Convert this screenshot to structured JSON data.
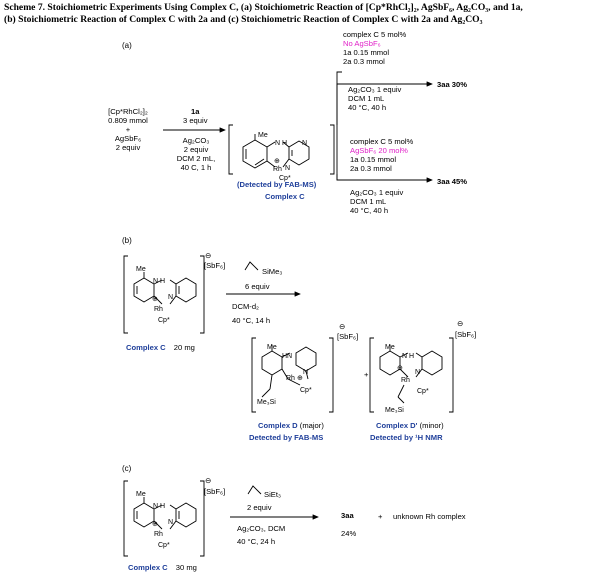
{
  "caption": {
    "line1": "Scheme 7. Stoichiometric Experiments Using Complex C, (a) Stoichiometric Reaction of [Cp*RhCl₂]₂, AgSbF₆, Ag₂CO₃, and 1a,",
    "line2": "(b) Stoichiometric Reaction of Complex C with 2a and (c) Stoichiometric Reaction of Complex C with 2a and Ag₂CO₃"
  },
  "part_a": {
    "label": "(a)",
    "reagents_left": [
      "[Cp*RhCl₂]₂",
      "0.809 mmol",
      "+",
      "AgSbF₆",
      "2 equiv"
    ],
    "reagent_1a": [
      "1a",
      "3 equiv"
    ],
    "conditions_1": [
      "Ag₂CO₃",
      "2 equiv",
      "DCM  2 mL,",
      "40 C, 1 h"
    ],
    "detected": "(Detected by FAB-MS)",
    "complex_name": "Complex C",
    "upper_conditions": [
      "complex C 5 mol%",
      "No AgSbF₆",
      "1a  0.15 mmol",
      "2a    0.3 mmol",
      "Ag₂CO₃ 1 equiv",
      "DCM  1 mL",
      "40 °C, 40 h"
    ],
    "upper_product": "3aa 30%",
    "lower_conditions": [
      "complex C 5 mol%",
      "AgSbF₆ 20 mol%",
      "1a  0.15 mmol",
      "2a    0.3 mmol",
      "Ag₂CO₃ 1 equiv",
      "DCM  1 mL",
      "40 °C, 40 h"
    ],
    "lower_product": "3aa 45%"
  },
  "part_b": {
    "label": "(b)",
    "anion": "[SbF₆]",
    "charge": "⊖",
    "reagent": "SiMe₃",
    "conditions": [
      "6 equiv",
      "DCM-d₂",
      "40 °C, 14 h"
    ],
    "complex_c": "Complex C",
    "complex_c_amount": "20 mg",
    "plus": "+",
    "complex_d": "Complex D",
    "complex_d_note": "(major)",
    "complex_d_detect": "Detected by FAB-MS",
    "complex_dp": "Complex D'",
    "complex_dp_note": "(minor)",
    "complex_dp_detect": "Detected by ¹H NMR"
  },
  "part_c": {
    "label": "(c)",
    "anion": "[SbF₆]",
    "charge": "⊖",
    "reagent": "SiEt₃",
    "conditions": [
      "2 equiv",
      "Ag₂CO₃, DCM",
      "40 °C, 24 h"
    ],
    "product": "3aa",
    "yield": "24%",
    "plus": "+",
    "other": "unknown Rh complex",
    "complex_c": "Complex C",
    "complex_c_amount": "30 mg"
  },
  "structure_labels": {
    "me": "Me",
    "nh": "N H",
    "n": "N",
    "rh": "Rh",
    "cp": "Cp*",
    "plus_circle": "⊕",
    "hn": "HN",
    "me3si": "Me₃Si"
  },
  "colors": {
    "text": "#000000",
    "complex_blue": "#1f3f9a",
    "highlight_magenta": "#e020c8"
  }
}
